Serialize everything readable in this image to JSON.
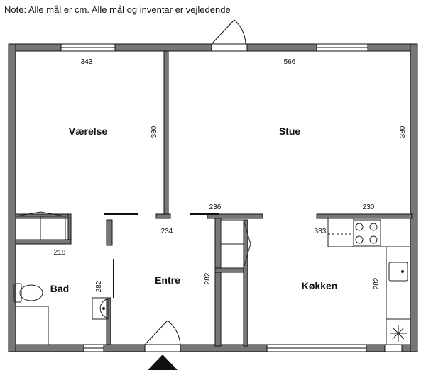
{
  "note": "Note: Alle mål er cm. Alle mål og inventar er vejledende",
  "rooms": {
    "vaerelse": "Værelse",
    "stue": "Stue",
    "entre": "Entre",
    "bad": "Bad",
    "kokken": "Køkken"
  },
  "dimensions": {
    "vaerelse_width": "343",
    "vaerelse_height": "380",
    "stue_width": "566",
    "stue_height": "380",
    "passage_width": "236",
    "kitchen_width": "230",
    "entre_width": "234",
    "kitchen_depth": "383",
    "bad_width": "218",
    "bad_height": "282",
    "entre_height": "282",
    "kokken_height": "282"
  },
  "colors": {
    "wall": "#777777",
    "wall_outline": "#111111",
    "fixture": "#222222"
  }
}
